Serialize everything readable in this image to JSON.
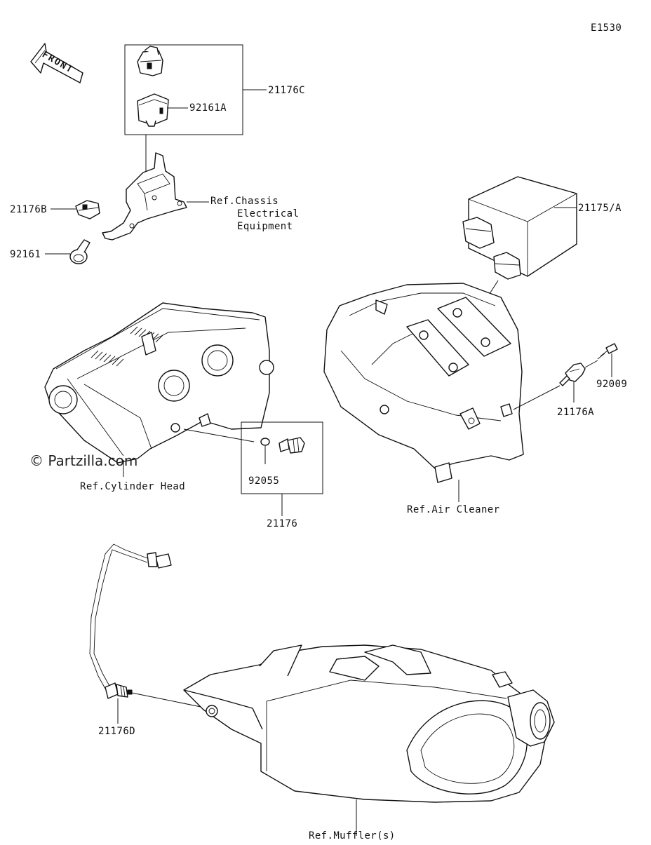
{
  "diagram_code": "E1530",
  "front_label": "FRONT",
  "watermark": "© Partzilla.com",
  "parts": {
    "p21176C": "21176C",
    "p92161A": "92161A",
    "p21176B": "21176B",
    "p92161": "92161",
    "p21175A": "21175/A",
    "p92009": "92009",
    "p21176A": "21176A",
    "p92055": "92055",
    "p21176": "21176",
    "p21176D": "21176D"
  },
  "refs": {
    "chassis_1": "Ref.Chassis",
    "chassis_2": "Electrical",
    "chassis_3": "Equipment",
    "cylinder_head": "Ref.Cylinder Head",
    "air_cleaner": "Ref.Air Cleaner",
    "muffler": "Ref.Muffler(s)"
  }
}
